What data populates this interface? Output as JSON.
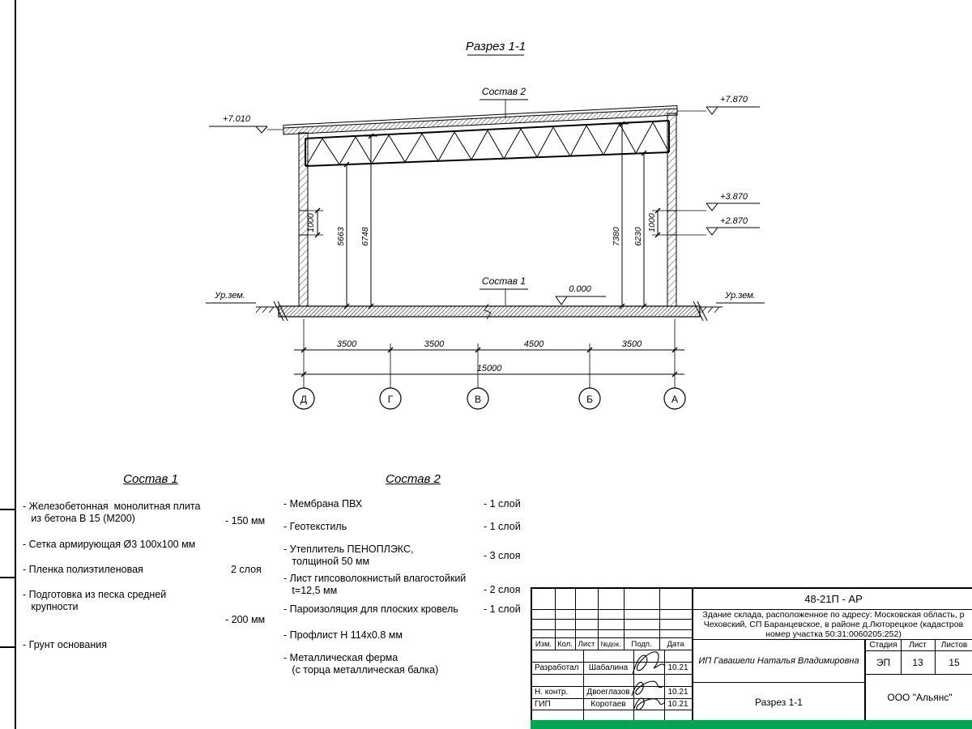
{
  "drawing": {
    "section_title": "Разрез 1-1",
    "callout_top": "Состав 2",
    "callout_bottom": "Состав 1",
    "elevations": {
      "left_top": "+7.010",
      "right_top": "+7.870",
      "right_mid": "+3.870",
      "right_low": "+2.870",
      "zero": "0.000"
    },
    "ground_label_left": "Ур.зем.",
    "ground_label_right": "Ур.зем.",
    "vdims": {
      "left_wall": "1000",
      "left_a": "5663",
      "left_b": "6748",
      "right_a": "7380",
      "right_b": "6230",
      "right_wall": "1000"
    },
    "hdims": {
      "segments": [
        "3500",
        "3500",
        "4500",
        "3500"
      ],
      "total": "15000"
    },
    "axes": [
      "Д",
      "Г",
      "В",
      "Б",
      "А"
    ]
  },
  "sostav1": {
    "title": "Состав 1",
    "items": [
      {
        "text": "- Железобетонная  монолитная плита\n   из бетона В 15 (М200)",
        "value": "- 150 мм"
      },
      {
        "text": "- Сетка армирующая Ø3 100х100 мм",
        "value": ""
      },
      {
        "text": "- Пленка полиэтиленовая",
        "value": "2 слоя"
      },
      {
        "text": "- Подготовка из песка средней\n   крупности",
        "value": "- 200 мм"
      },
      {
        "text": "- Грунт основания",
        "value": ""
      }
    ]
  },
  "sostav2": {
    "title": "Состав 2",
    "items": [
      {
        "text": "- Мембрана ПВХ",
        "value": "- 1 слой"
      },
      {
        "text": "- Геотекстиль",
        "value": "- 1 слой"
      },
      {
        "text": "- Утеплитель ПЕНОПЛЭКС,\n   толщиной 50 мм",
        "value": "- 3 слоя"
      },
      {
        "text": "- Лист гипсоволокнистый влагостойкий\n   t=12,5 мм",
        "value": "- 2 слоя"
      },
      {
        "text": "- Пароизоляция для плоских кровель",
        "value": "- 1 слой"
      },
      {
        "text": "- Профлист Н 114х0.8 мм",
        "value": ""
      },
      {
        "text": "- Металлическая ферма\n   (с торца металлическая балка)",
        "value": ""
      }
    ]
  },
  "titleblock": {
    "doc_number": "48-21П - АР",
    "description": "Здание склада, расположенное по адресу: Московская область, р\nЧеховский, СП Баранцевское, в районе д.Люторецкое  (кадастров\nномер участка 50:31:0060205:252)",
    "columns": [
      "Изм.",
      "Кол.",
      "Лист",
      "№док.",
      "Подп.",
      "Дата"
    ],
    "rows": [
      {
        "role": "Разработал",
        "name": "Шабалина",
        "date": "10.21"
      },
      {
        "role": "Н. контр.",
        "name": "Двоеглазов",
        "date": "10.21"
      },
      {
        "role": "ГИП",
        "name": "Коротаев",
        "date": "10.21"
      }
    ],
    "client": "ИП Гавашели Наталья Владимировна",
    "stage_header": [
      "Стадия",
      "Лист",
      "Листов"
    ],
    "stage": "ЭП",
    "sheet": "13",
    "sheets": "15",
    "sheet_title": "Разрез 1-1",
    "company": "ООО \"Альянс\"",
    "accent_color": "#00a651"
  }
}
